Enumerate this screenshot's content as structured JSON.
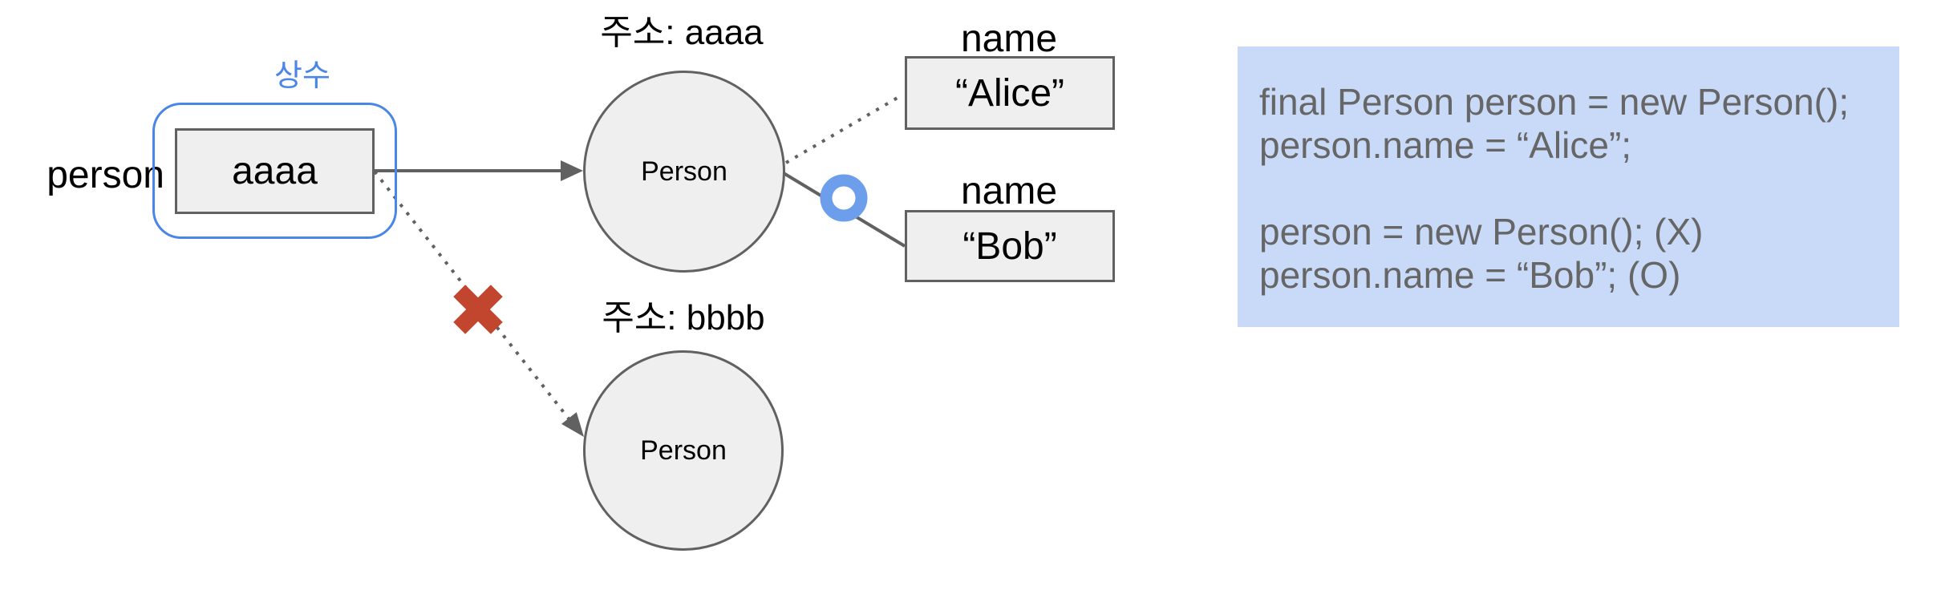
{
  "colors": {
    "accent_blue": "#4a86e8",
    "ring_blue": "#6d9eeb",
    "cross_red": "#c2452d",
    "shape_fill": "#efefef",
    "shape_stroke": "#616161",
    "code_bg": "#c9daf8",
    "code_text": "#666666"
  },
  "stack": {
    "var_name": "person",
    "constant_label": "상수",
    "value": "aaaa"
  },
  "heap": {
    "object_a": {
      "address_label": "주소: aaaa",
      "class_name": "Person"
    },
    "object_b": {
      "address_label": "주소: bbbb",
      "class_name": "Person"
    }
  },
  "fields": {
    "alice": {
      "label": "name",
      "value": "“Alice”"
    },
    "bob": {
      "label": "name",
      "value": "“Bob”"
    }
  },
  "code_panel": {
    "lines": [
      "final Person person = new Person();",
      "person.name = “Alice”;",
      "",
      "person = new Person(); (X)",
      "person.name = “Bob”; (O)"
    ]
  }
}
